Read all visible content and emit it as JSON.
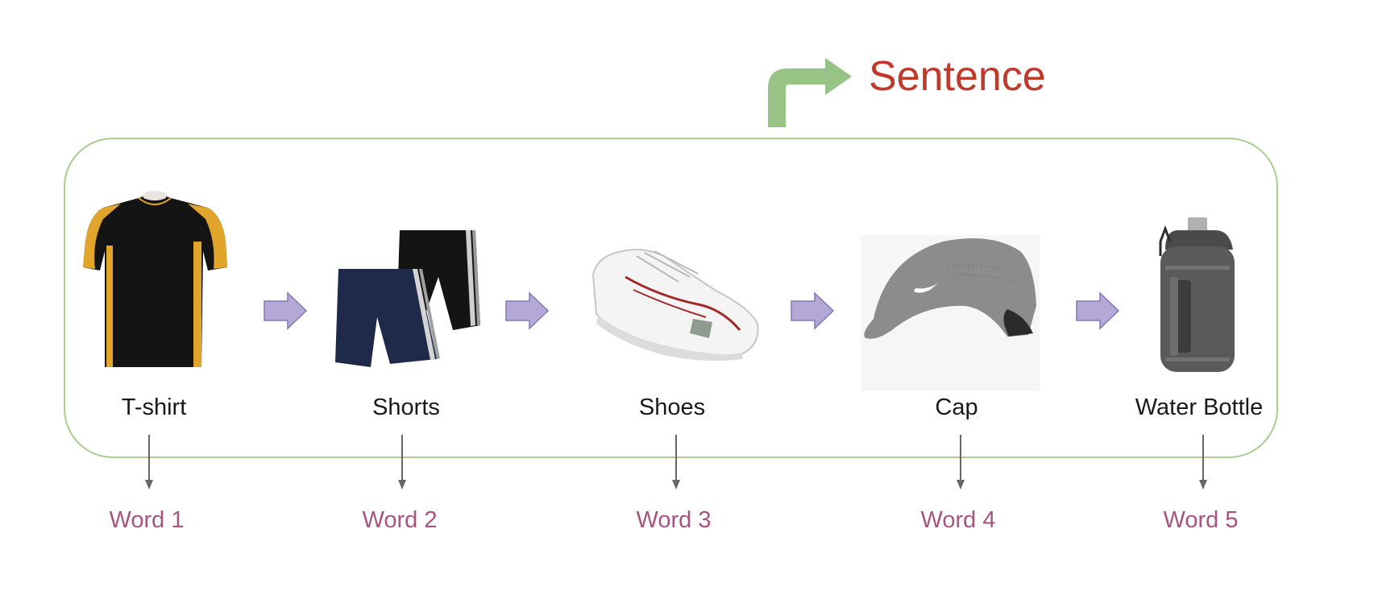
{
  "title": "Sentence",
  "items": [
    {
      "label": "T-shirt",
      "word": "Word 1"
    },
    {
      "label": "Shorts",
      "word": "Word 2"
    },
    {
      "label": "Shoes",
      "word": "Word 3"
    },
    {
      "label": "Cap",
      "word": "Word 4"
    },
    {
      "label": "Water Bottle",
      "word": "Word 5"
    }
  ],
  "colors": {
    "title": "#c0392b",
    "word": "#a5557f",
    "container_border": "#a9cc8f",
    "sentence_arrow": "#97c486",
    "flow_arrow_fill": "#b4a9d6",
    "flow_arrow_stroke": "#8577b6",
    "down_arrow": "#666666"
  },
  "icons": [
    "t-shirt-icon",
    "shorts-icon",
    "shoes-icon",
    "cap-icon",
    "water-bottle-icon"
  ]
}
